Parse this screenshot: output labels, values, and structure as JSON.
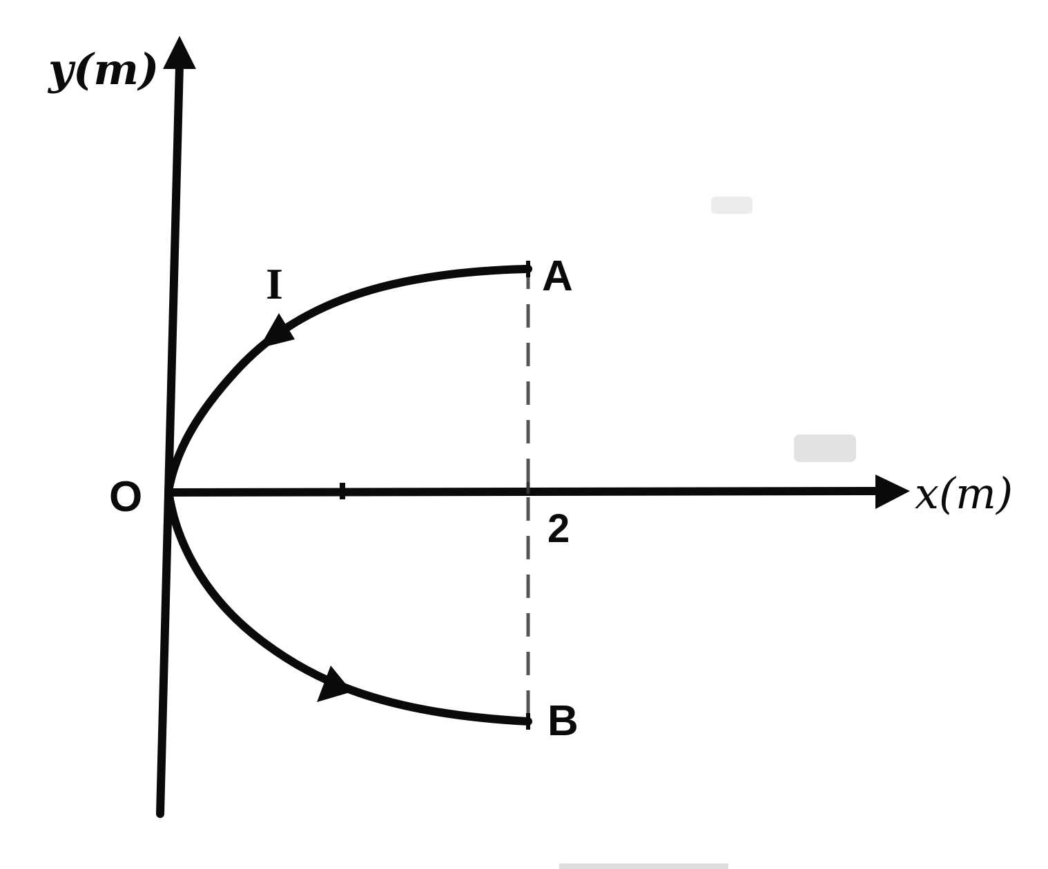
{
  "diagram": {
    "type": "current-carrying parabolic wire on x-y axes",
    "axes": {
      "x_label": "x(m)",
      "y_label": "y(m)",
      "origin_label": "O",
      "x_tick_label": "2"
    },
    "points": {
      "A": "A",
      "B": "B"
    },
    "current_label": "I",
    "description": "Wire shaped as parabola from A through origin O to B; current I flows A → O → B; dashed vertical line at x = 2 through A and B"
  },
  "colors": {
    "ink": "#0a0a0a",
    "dashed": "#555555",
    "background": "#ffffff"
  }
}
